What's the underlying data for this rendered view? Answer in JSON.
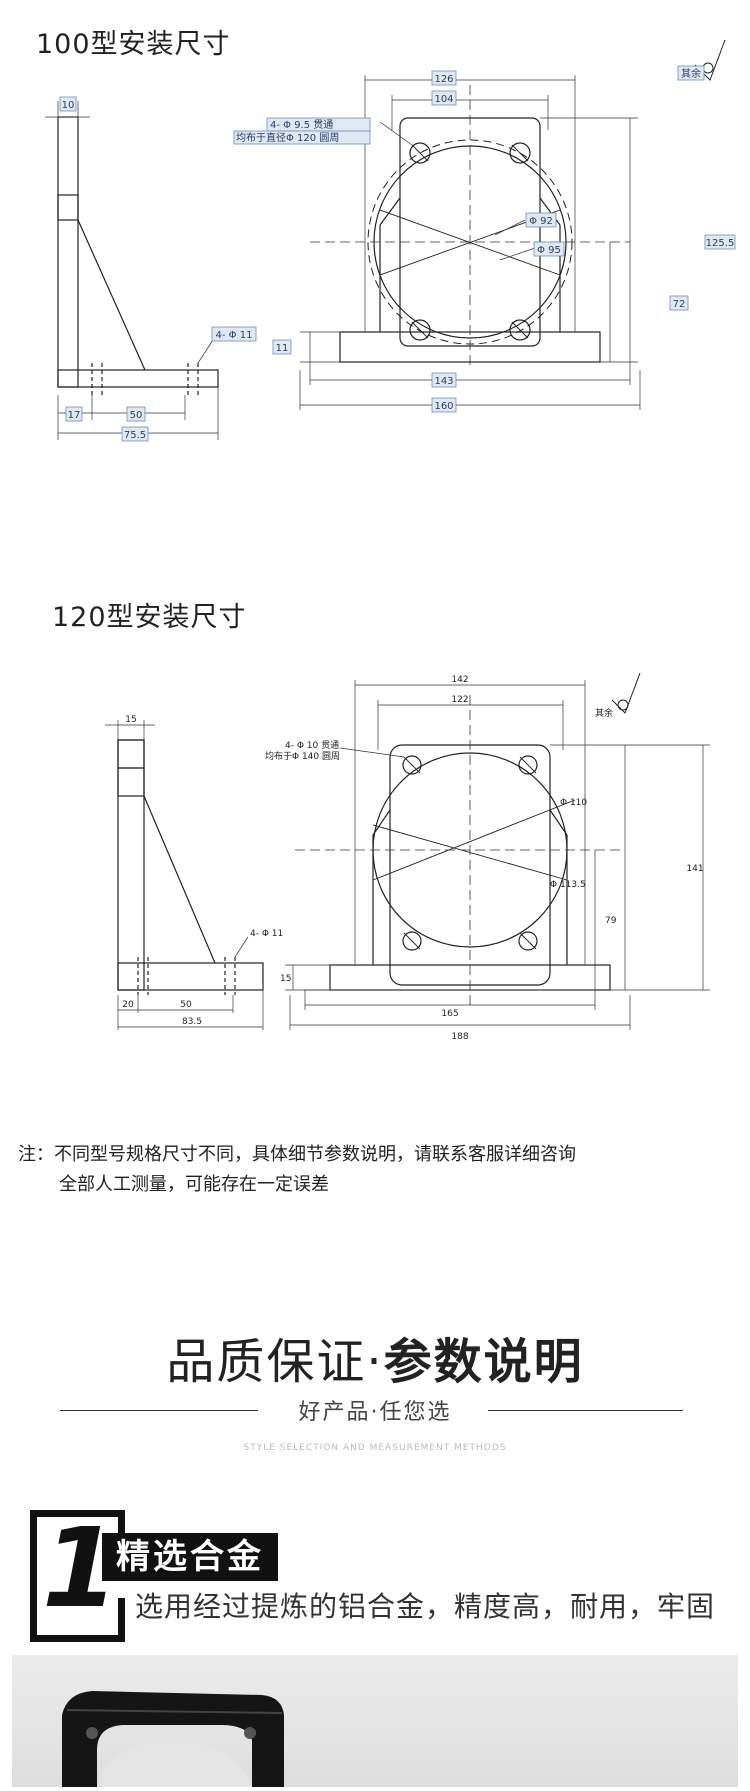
{
  "sections": {
    "type100": {
      "title": "100型安装尺寸",
      "finish_label": "其余",
      "side": {
        "top": "10",
        "hole": "4- Φ 11",
        "d1": "17",
        "d2": "50",
        "d3": "75.5"
      },
      "front": {
        "top_outer": "126",
        "top_inner": "104",
        "hole_line1": "4- Φ 9.5 贯通",
        "hole_line2": "均布于直径Φ 120 圆周",
        "circle_inner": "Φ 92",
        "circle_outer": "Φ 95",
        "height_total": "125.5",
        "height_center": "72",
        "base": "11",
        "bottom_inner": "143",
        "bottom_outer": "160"
      }
    },
    "type120": {
      "title": "120型安装尺寸",
      "finish_label": "其余",
      "side": {
        "top": "15",
        "hole": "4- Φ 11",
        "d1": "20",
        "d2": "50",
        "d3": "83.5"
      },
      "front": {
        "top_outer": "142",
        "top_inner": "122",
        "hole_line1": "4- Φ 10 贯通",
        "hole_line2": "均布于Φ 140 圆周",
        "circle_inner": "Φ 110",
        "circle_outer": "Φ 113.5",
        "height_total": "141",
        "height_center": "79",
        "base": "15",
        "bottom_inner": "165",
        "bottom_outer": "188"
      }
    }
  },
  "note": {
    "line1": "注：不同型号规格尺寸不同，具体细节参数说明，请联系客服详细咨询",
    "line2": "全部人工测量，可能存在一定误差"
  },
  "quality": {
    "title_normal": "品质保证·",
    "title_bold": "参数说明",
    "subtitle": "好产品·任您选",
    "english": "STYLE SELECTION AND MEASUREMENT METHODS"
  },
  "feature": {
    "number": "1",
    "title": "精选合金",
    "desc": "选用经过提炼的铝合金，精度高，耐用，牢固"
  }
}
